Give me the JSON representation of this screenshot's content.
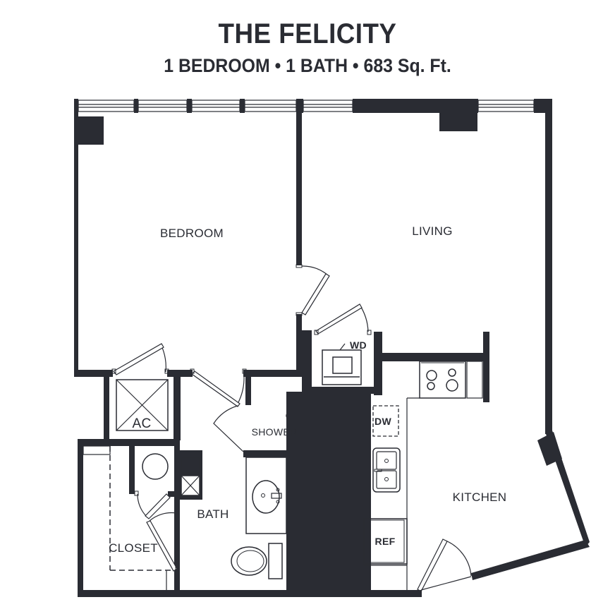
{
  "header": {
    "title": "THE FELICITY",
    "subtitle": "1 BEDROOM • 1 BATH • 683 Sq. Ft."
  },
  "plan": {
    "wall_color": "#2a2c33",
    "background_color": "#ffffff",
    "rooms": {
      "bedroom": "BEDROOM",
      "living": "LIVING",
      "kitchen": "KITCHEN",
      "bath": "BATH",
      "closet": "CLOSET",
      "shower": "SHOWER"
    },
    "fixtures": {
      "ac": "AC",
      "washer_dryer": "WD",
      "dishwasher": "DW",
      "refrigerator": "REF"
    }
  }
}
